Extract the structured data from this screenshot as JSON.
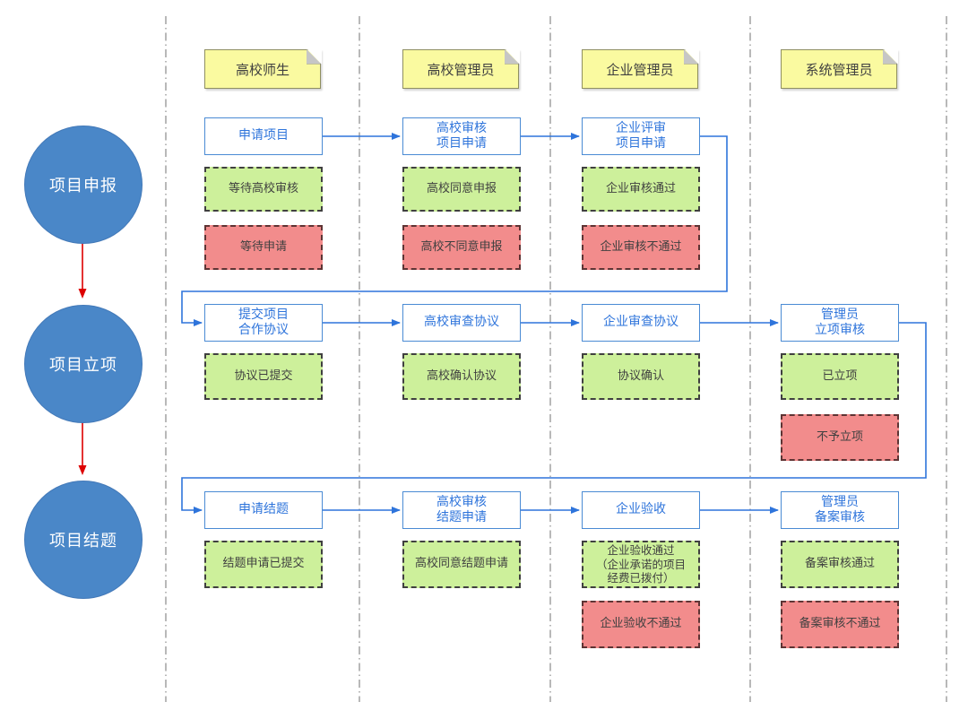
{
  "colors": {
    "stage_circle": "#4a87c8",
    "lane_note_fill": "#fafaa0",
    "lane_note_border": "#8f8f60",
    "process_border": "#4a8bd4",
    "process_text": "#2e74db",
    "success_fill": "#cdf09b",
    "success_border": "#404040",
    "fail_fill": "#f28c8c",
    "fail_border": "#5e3434",
    "connector_blue": "#2e74db",
    "connector_red": "#dd0000",
    "divider_gray": "#8a8a8a"
  },
  "stages": [
    {
      "label": "项目申报"
    },
    {
      "label": "项目立项"
    },
    {
      "label": "项目结题"
    }
  ],
  "lanes": [
    {
      "header": "高校师生",
      "rows": [
        {
          "process": "申请项目",
          "success": "等待高校审核",
          "fail": "等待申请"
        },
        {
          "process": "提交项目\n合作协议",
          "success": "协议已提交"
        },
        {
          "process": "申请结题",
          "success": "结题申请已提交"
        }
      ]
    },
    {
      "header": "高校管理员",
      "rows": [
        {
          "process": "高校审核\n项目申请",
          "success": "高校同意申报",
          "fail": "高校不同意申报"
        },
        {
          "process": "高校审查协议",
          "success": "高校确认协议"
        },
        {
          "process": "高校审核\n结题申请",
          "success": "高校同意结题申请"
        }
      ]
    },
    {
      "header": "企业管理员",
      "rows": [
        {
          "process": "企业评审\n项目申请",
          "success": "企业审核通过",
          "fail": "企业审核不通过"
        },
        {
          "process": "企业审查协议",
          "success": "协议确认"
        },
        {
          "process": "企业验收",
          "success": "企业验收通过\n（企业承诺的项目\n经费已拨付）",
          "fail": "企业验收不通过"
        }
      ]
    },
    {
      "header": "系统管理员",
      "rows": [
        null,
        {
          "process": "管理员\n立项审核",
          "success": "已立项",
          "fail": "不予立项"
        },
        {
          "process": "管理员\n备案审核",
          "success": "备案审核通过",
          "fail": "备案审核不通过"
        }
      ]
    }
  ]
}
